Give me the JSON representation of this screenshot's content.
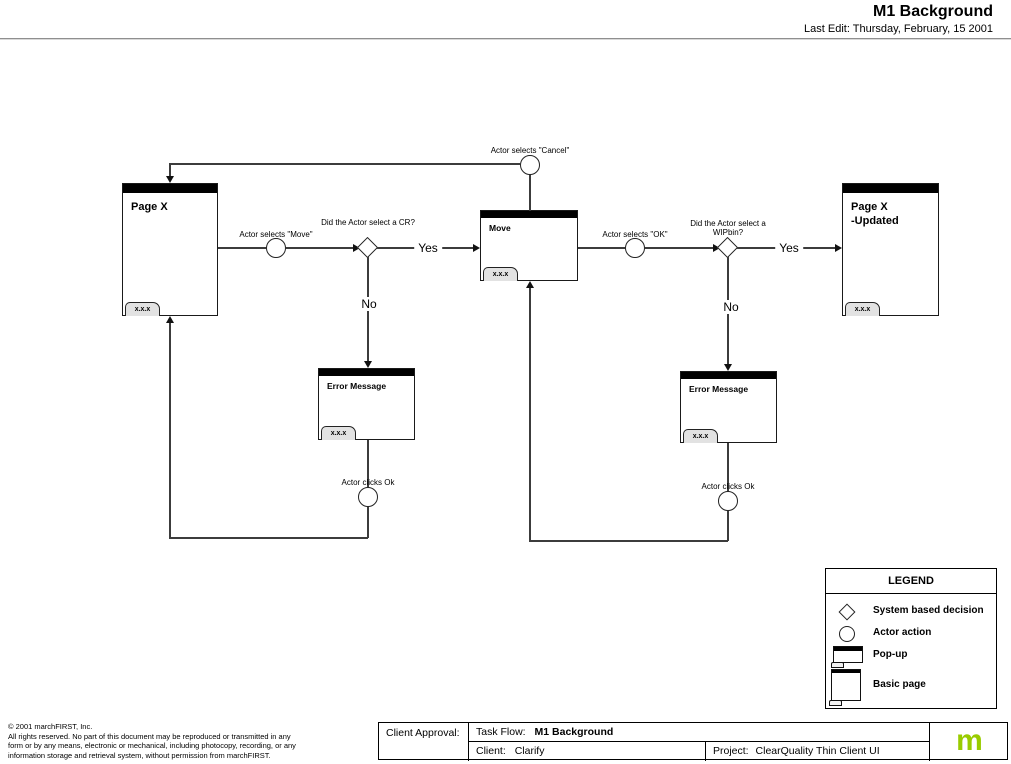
{
  "header": {
    "title": "M1 Background",
    "last_edit": "Last Edit: Thursday, February, 15 2001"
  },
  "flow": {
    "page_x": {
      "title": "Page X",
      "tab": "x.x.x"
    },
    "move": {
      "title": "Move",
      "tab": "x.x.x"
    },
    "page_x_updated": {
      "title_line1": "Page X",
      "title_line2": "-Updated",
      "tab": "x.x.x"
    },
    "error_left": {
      "title": "Error Message",
      "tab": "x.x.x"
    },
    "error_right": {
      "title": "Error Message",
      "tab": "x.x.x"
    },
    "labels": {
      "cancel": "Actor selects \"Cancel\"",
      "move": "Actor selects \"Move\"",
      "ok": "Actor selects \"OK\"",
      "cr_question": "Did the Actor select a CR?",
      "wipbin_question_line1": "Did the Actor select a",
      "wipbin_question_line2": "WIPbin?",
      "yes_left": "Yes",
      "no_left": "No",
      "yes_right": "Yes",
      "no_right": "No",
      "clicks_ok_left": "Actor clicks Ok",
      "clicks_ok_right": "Actor clicks Ok"
    }
  },
  "legend": {
    "title": "LEGEND",
    "items": [
      {
        "icon": "diamond-icon",
        "label": "System based decision"
      },
      {
        "icon": "circle-icon",
        "label": "Actor action"
      },
      {
        "icon": "popup-icon",
        "label": "Pop-up"
      },
      {
        "icon": "basic-page-icon",
        "label": "Basic page"
      }
    ]
  },
  "footer": {
    "copyright_line1": "© 2001 marchFIRST, Inc.",
    "copyright_line2": "All rights reserved. No part of this document may be reproduced or transmitted in any",
    "copyright_line3": "form or by any means, electronic or mechanical, including photocopy, recording, or any",
    "copyright_line4": "information storage and retrieval system, without permission from marchFIRST.",
    "approval_table": {
      "client_approval_label": "Client Approval:",
      "task_flow_label": "Task Flow:",
      "task_flow_value": "M1 Background",
      "client_label": "Client:",
      "client_value": "Clarify",
      "project_label": "Project:",
      "project_value": "ClearQuality Thin Client UI",
      "logo_letter": "m"
    },
    "logo_color": "#99cc00",
    "line_color": "#3c3c3c"
  }
}
